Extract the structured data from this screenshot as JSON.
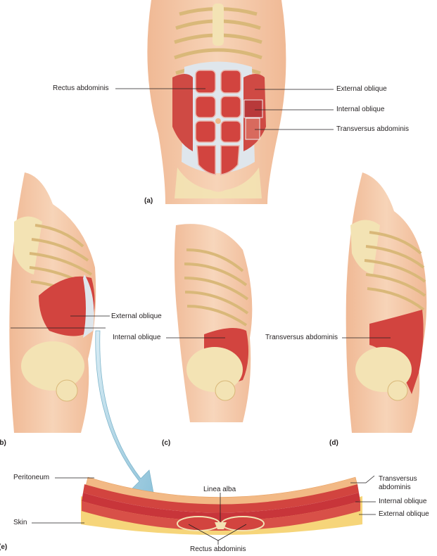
{
  "panels": {
    "a": "(a)",
    "b": "(b)",
    "c": "(c)",
    "d": "(d)",
    "e": "(e)"
  },
  "labels": {
    "rectus_abdominis_a": "Rectus abdominis",
    "external_oblique_a": "External oblique",
    "internal_oblique_a": "Internal oblique",
    "transversus_abdominis_a": "Transversus abdominis",
    "external_oblique_b": "External oblique",
    "internal_oblique_c": "Internal oblique",
    "transversus_abdominis_d": "Transversus abdominis",
    "peritoneum": "Peritoneum",
    "skin": "Skin",
    "linea_alba": "Linea alba",
    "rectus_abdominis_e": "Rectus abdominis",
    "transversus_abdominis_e_line1": "Transversus",
    "transversus_abdominis_e_line2": "abdominis",
    "internal_oblique_e": "Internal oblique",
    "external_oblique_e": "External oblique"
  },
  "colors": {
    "skin": "#f2c6a4",
    "bone": "#f3e3b4",
    "muscle": "#d2443f",
    "fascia": "#dfe6ec",
    "fat": "#f6d57a",
    "arrow": "#a9d2e3"
  }
}
